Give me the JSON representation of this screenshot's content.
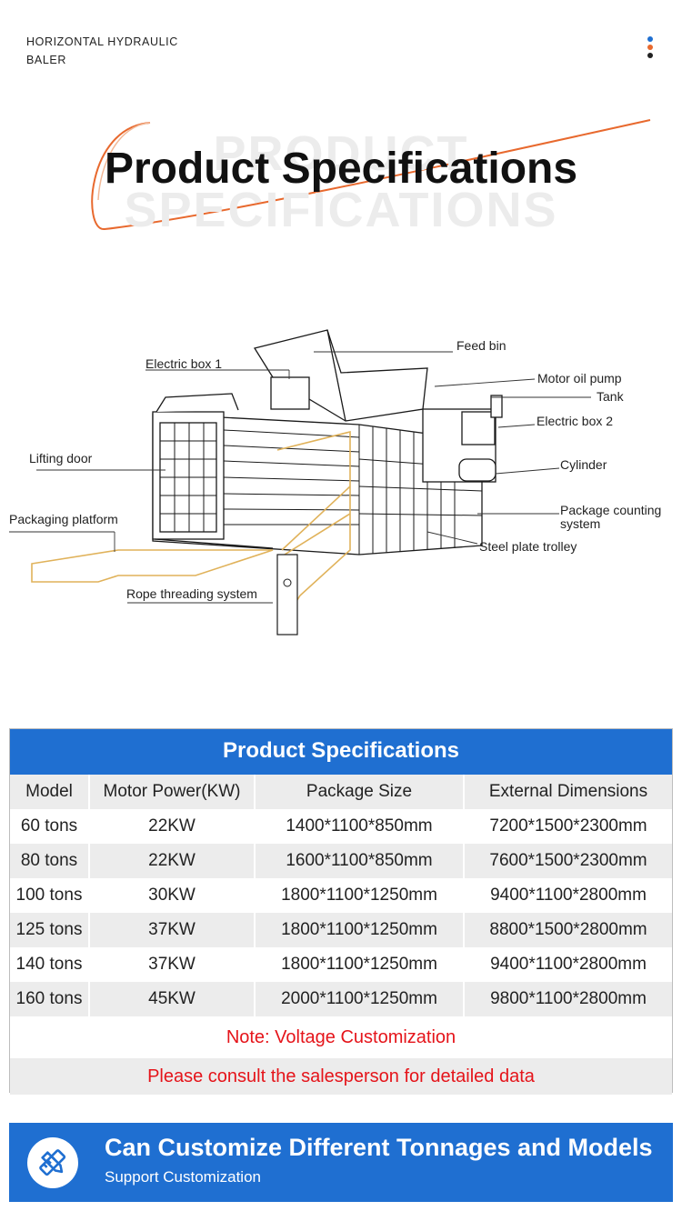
{
  "header": {
    "title_line1": "HORIZONTAL HYDRAULIC",
    "title_line2": "BALER"
  },
  "colors": {
    "accent_blue": "#1f6fd1",
    "accent_orange": "#e8692e",
    "note_red": "#e5141a"
  },
  "hero": {
    "watermark": "PRODUCT SPECIFICATIONS",
    "title": "Product Specifications"
  },
  "diagram": {
    "labels": {
      "feed_bin": "Feed bin",
      "electric_box_1": "Electric box 1",
      "motor_oil_pump": "Motor oil pump",
      "tank": "Tank",
      "electric_box_2": "Electric box 2",
      "lifting_door": "Lifting door",
      "cylinder": "Cylinder",
      "packaging_platform": "Packaging platform",
      "package_counting_1": "Package counting",
      "package_counting_2": "system",
      "steel_plate_trolley": "Steel plate trolley",
      "rope_threading_system": "Rope threading system"
    }
  },
  "spec_table": {
    "title": "Product Specifications",
    "columns": [
      "Model",
      "Motor Power(KW)",
      "Package Size",
      "External Dimensions"
    ],
    "rows": [
      [
        "60 tons",
        "22KW",
        "1400*1100*850mm",
        "7200*1500*2300mm"
      ],
      [
        "80 tons",
        "22KW",
        "1600*1100*850mm",
        "7600*1500*2300mm"
      ],
      [
        "100 tons",
        "30KW",
        "1800*1100*1250mm",
        "9400*1100*2800mm"
      ],
      [
        "125 tons",
        "37KW",
        "1800*1100*1250mm",
        "8800*1500*2800mm"
      ],
      [
        "140 tons",
        "37KW",
        "1800*1100*1250mm",
        "9400*1100*2800mm"
      ],
      [
        "160 tons",
        "45KW",
        "2000*1100*1250mm",
        "9800*1100*2800mm"
      ]
    ],
    "note": "Note: Voltage Customization",
    "consult": "Please consult the salesperson for detailed data"
  },
  "banner": {
    "icon": "pencil-ruler-icon",
    "title": "Can Customize Different Tonnages and Models",
    "subtitle": "Support Customization"
  }
}
